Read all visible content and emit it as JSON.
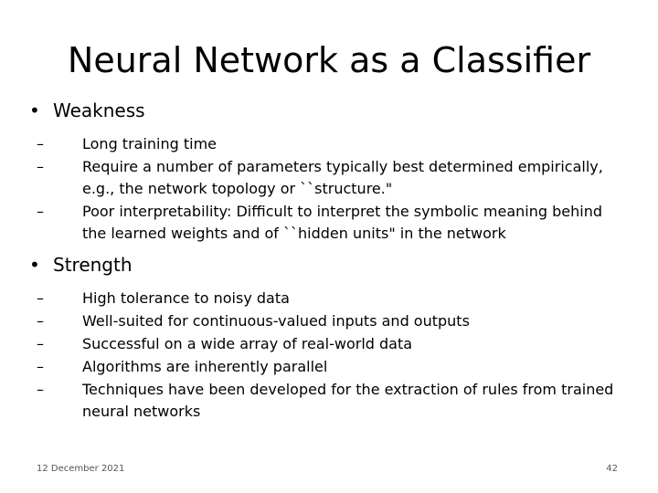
{
  "slide": {
    "title": "Neural Network as a Classifier",
    "bullet_symbol": "•",
    "dash_symbol": "–",
    "weakness": {
      "heading": "Weakness",
      "items": [
        {
          "line1": "Long training time",
          "line2": ""
        },
        {
          "line1": "Require a number of parameters typically best determined empirically,",
          "line2": "e.g., the network topology or ``structure.\""
        },
        {
          "line1": "Poor interpretability: Difficult to interpret the symbolic meaning behind",
          "line2": "the learned weights and of ``hidden units\" in the network"
        }
      ]
    },
    "strength": {
      "heading": "Strength",
      "items": [
        {
          "line1": "High tolerance to noisy data",
          "line2": ""
        },
        {
          "line1": "Well-suited for continuous-valued inputs and outputs",
          "line2": ""
        },
        {
          "line1": "Successful on a wide array of real-world data",
          "line2": ""
        },
        {
          "line1": "Algorithms are inherently parallel",
          "line2": ""
        },
        {
          "line1": "Techniques have been developed for the extraction of rules from trained",
          "line2": "neural networks"
        }
      ]
    },
    "footer": {
      "date": "12 December 2021",
      "page": "42"
    }
  }
}
